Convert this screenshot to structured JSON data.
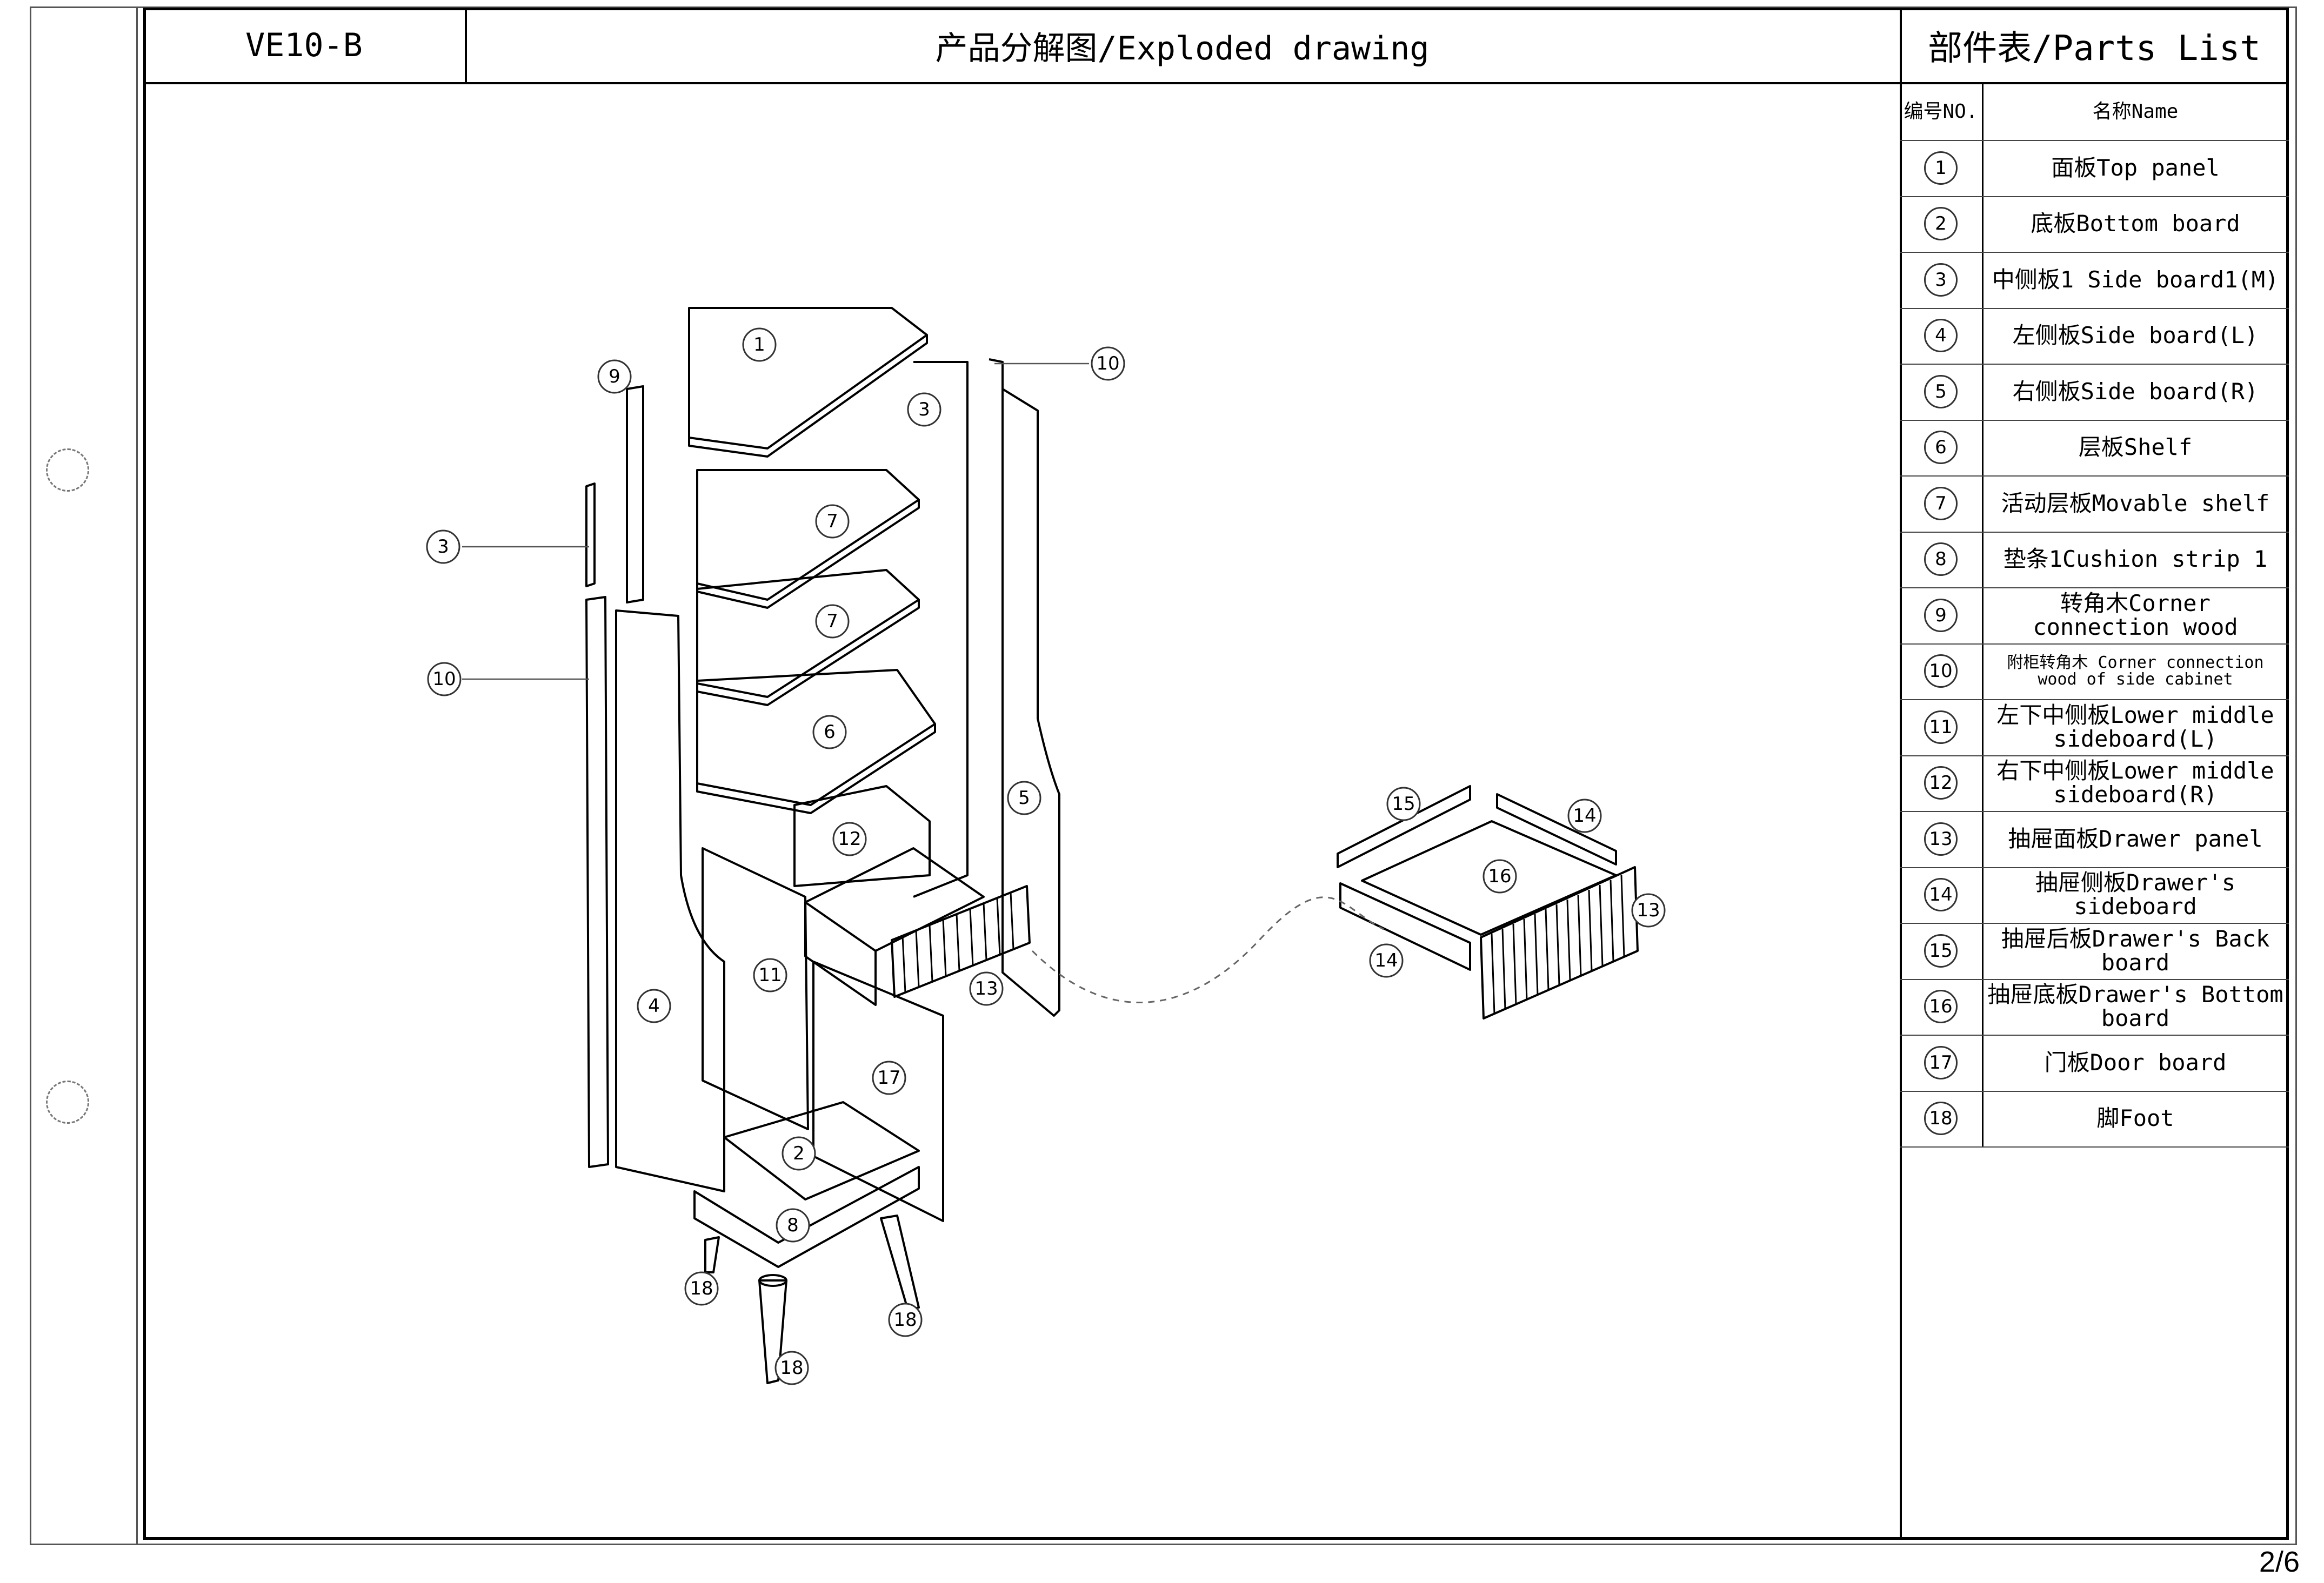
{
  "header": {
    "model": "VE10-B",
    "drawing_title": "产品分解图/Exploded drawing",
    "parts_title": "部件表/Parts List"
  },
  "parts_table": {
    "col_no": "编号NO.",
    "col_name": "名称Name",
    "rows": [
      {
        "no": "1",
        "name": "面板Top panel"
      },
      {
        "no": "2",
        "name": "底板Bottom board"
      },
      {
        "no": "3",
        "name": "中侧板1 Side board1(M)"
      },
      {
        "no": "4",
        "name": "左侧板Side board(L)"
      },
      {
        "no": "5",
        "name": "右侧板Side board(R)"
      },
      {
        "no": "6",
        "name": "层板Shelf"
      },
      {
        "no": "7",
        "name": "活动层板Movable shelf"
      },
      {
        "no": "8",
        "name": "垫条1Cushion strip 1"
      },
      {
        "no": "9",
        "name": "转角木Corner connection wood"
      },
      {
        "no": "10",
        "name": "附柜转角木 Corner connection wood of side cabinet"
      },
      {
        "no": "11",
        "name": "左下中侧板Lower middle sideboard(L)"
      },
      {
        "no": "12",
        "name": "右下中侧板Lower middle sideboard(R)"
      },
      {
        "no": "13",
        "name": "抽屉面板Drawer panel"
      },
      {
        "no": "14",
        "name": "抽屉侧板Drawer's sideboard"
      },
      {
        "no": "15",
        "name": "抽屉后板Drawer's Back board"
      },
      {
        "no": "16",
        "name": "抽屉底板Drawer's Bottom board"
      },
      {
        "no": "17",
        "name": "门板Door board"
      },
      {
        "no": "18",
        "name": "脚Foot"
      }
    ]
  },
  "callouts": [
    "1",
    "3",
    "7",
    "7",
    "6",
    "9",
    "10",
    "3",
    "10",
    "12",
    "5",
    "11",
    "4",
    "13",
    "17",
    "2",
    "8",
    "18",
    "18",
    "18",
    "15",
    "14",
    "16",
    "13",
    "14"
  ],
  "footer": {
    "page": "2/6"
  }
}
